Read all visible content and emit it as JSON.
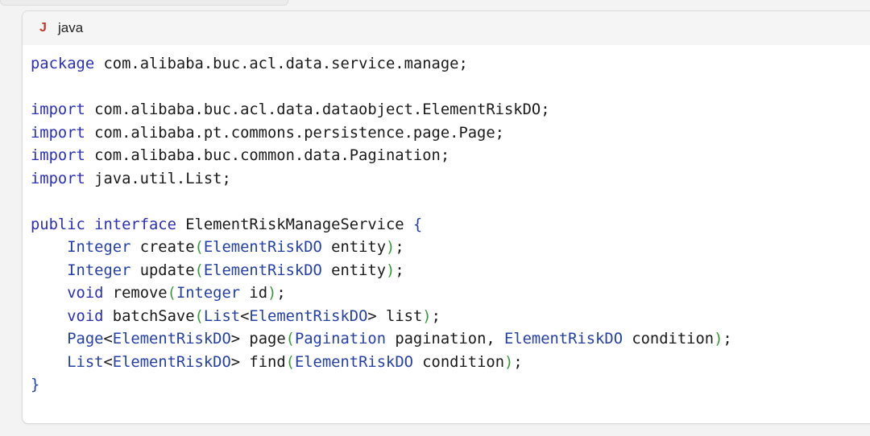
{
  "code_block": {
    "language": "java",
    "language_icon": "java-icon",
    "colors": {
      "keyword": "#2a2fb8",
      "type": "#2440a8",
      "paren": "#3a9a3a",
      "text": "#1a1a1a",
      "lang_icon": "#c0392b"
    },
    "lines": [
      [
        [
          "package",
          "kw"
        ],
        [
          " com.alibaba.buc.acl.data.service.manage;",
          ""
        ]
      ],
      [],
      [
        [
          "import",
          "kw"
        ],
        [
          " com.alibaba.buc.acl.data.dataobject.ElementRiskDO;",
          ""
        ]
      ],
      [
        [
          "import",
          "kw"
        ],
        [
          " com.alibaba.pt.commons.persistence.page.Page;",
          ""
        ]
      ],
      [
        [
          "import",
          "kw"
        ],
        [
          " com.alibaba.buc.common.data.Pagination;",
          ""
        ]
      ],
      [
        [
          "import",
          "kw"
        ],
        [
          " java.util.List;",
          ""
        ]
      ],
      [],
      [
        [
          "public",
          "kw"
        ],
        [
          " ",
          ""
        ],
        [
          "interface",
          "kw"
        ],
        [
          " ElementRiskManageService ",
          ""
        ],
        [
          "{",
          "ty"
        ]
      ],
      [
        [
          "    ",
          ""
        ],
        [
          "Integer",
          "ty"
        ],
        [
          " create",
          ""
        ],
        [
          "(",
          "pn"
        ],
        [
          "ElementRiskDO",
          "ty"
        ],
        [
          " entity",
          ""
        ],
        [
          ")",
          "pn"
        ],
        [
          ";",
          ""
        ]
      ],
      [
        [
          "    ",
          ""
        ],
        [
          "Integer",
          "ty"
        ],
        [
          " update",
          ""
        ],
        [
          "(",
          "pn"
        ],
        [
          "ElementRiskDO",
          "ty"
        ],
        [
          " entity",
          ""
        ],
        [
          ")",
          "pn"
        ],
        [
          ";",
          ""
        ]
      ],
      [
        [
          "    ",
          ""
        ],
        [
          "void",
          "kw"
        ],
        [
          " remove",
          ""
        ],
        [
          "(",
          "pn"
        ],
        [
          "Integer",
          "ty"
        ],
        [
          " id",
          ""
        ],
        [
          ")",
          "pn"
        ],
        [
          ";",
          ""
        ]
      ],
      [
        [
          "    ",
          ""
        ],
        [
          "void",
          "kw"
        ],
        [
          " batchSave",
          ""
        ],
        [
          "(",
          "pn"
        ],
        [
          "List",
          "ty"
        ],
        [
          "<",
          ""
        ],
        [
          "ElementRiskDO",
          "ty"
        ],
        [
          "> list",
          ""
        ],
        [
          ")",
          "pn"
        ],
        [
          ";",
          ""
        ]
      ],
      [
        [
          "    ",
          ""
        ],
        [
          "Page",
          "ty"
        ],
        [
          "<",
          ""
        ],
        [
          "ElementRiskDO",
          "ty"
        ],
        [
          "> page",
          ""
        ],
        [
          "(",
          "pn"
        ],
        [
          "Pagination",
          "ty"
        ],
        [
          " pagination, ",
          ""
        ],
        [
          "ElementRiskDO",
          "ty"
        ],
        [
          " condition",
          ""
        ],
        [
          ")",
          "pn"
        ],
        [
          ";",
          ""
        ]
      ],
      [
        [
          "    ",
          ""
        ],
        [
          "List",
          "ty"
        ],
        [
          "<",
          ""
        ],
        [
          "ElementRiskDO",
          "ty"
        ],
        [
          "> find",
          ""
        ],
        [
          "(",
          "pn"
        ],
        [
          "ElementRiskDO",
          "ty"
        ],
        [
          " condition",
          ""
        ],
        [
          ")",
          "pn"
        ],
        [
          ";",
          ""
        ]
      ],
      [
        [
          "}",
          "ty"
        ]
      ]
    ]
  }
}
